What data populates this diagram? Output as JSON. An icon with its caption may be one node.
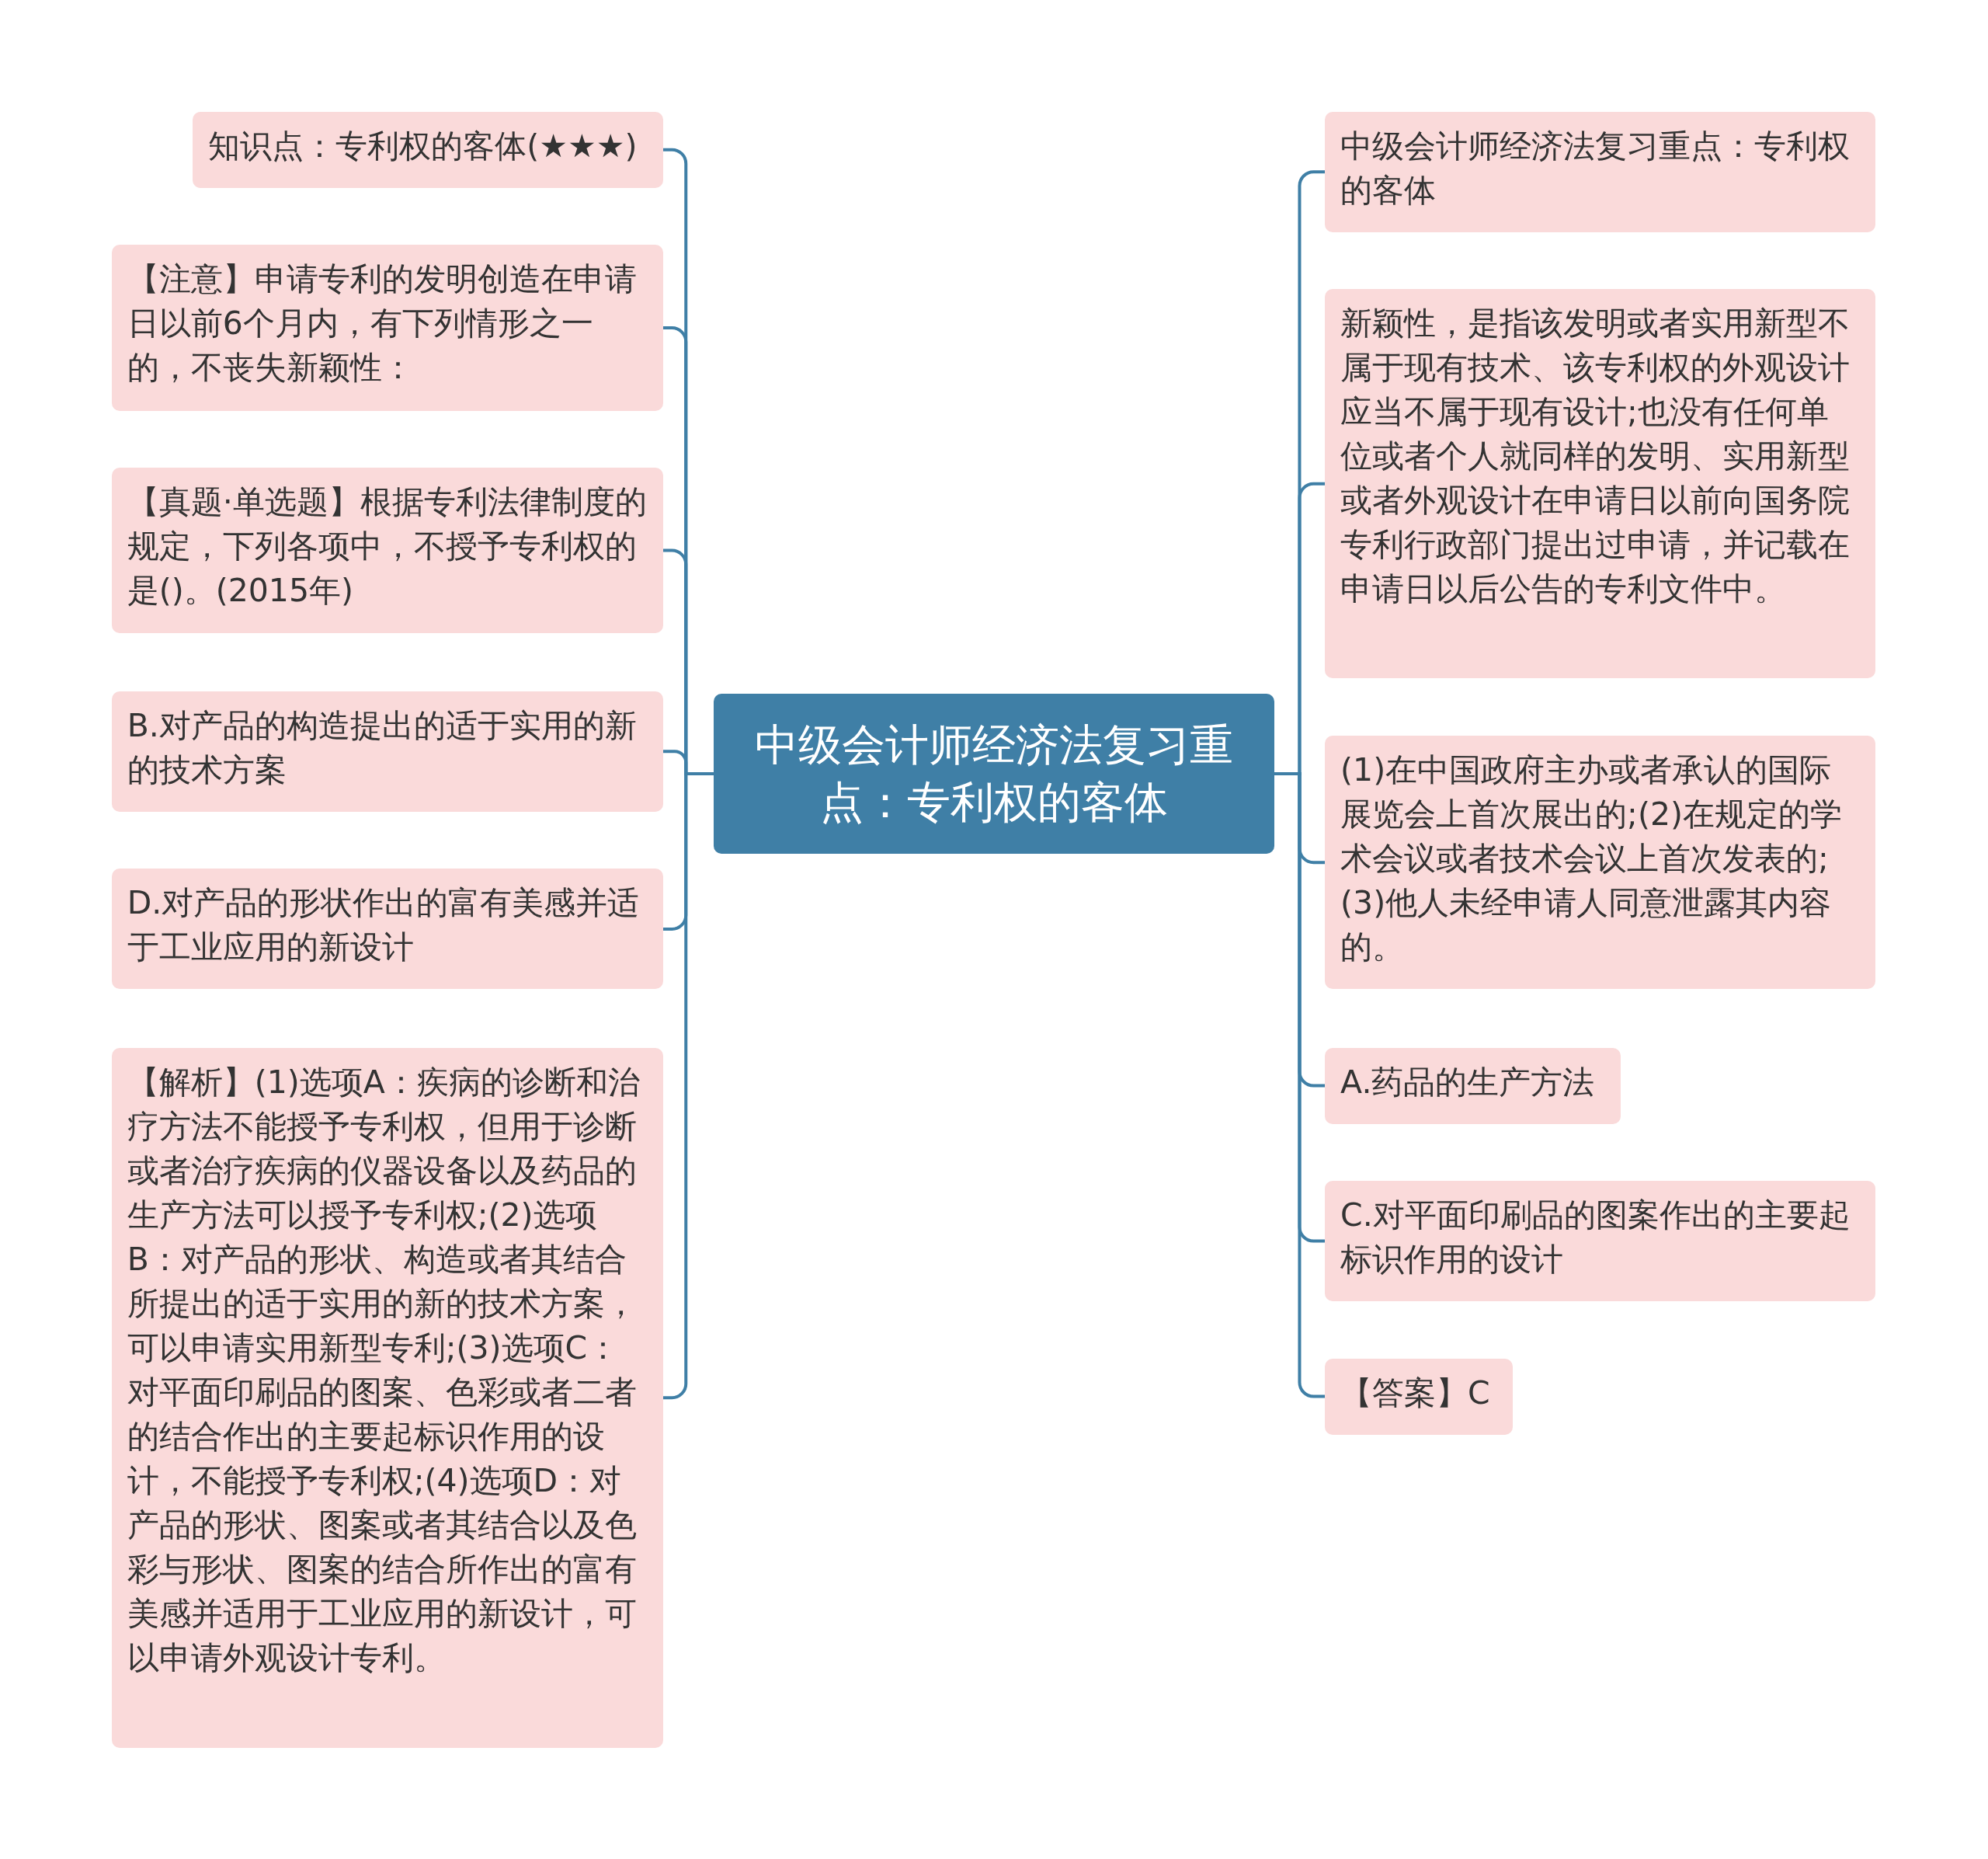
{
  "diagram": {
    "nodes": [
      {
        "text": [
          "中级会计师经济法复习重点：专利权的客体"
        ]
      },
      {
        "text": [
          "知识点：专利权的客体(★★★)"
        ]
      },
      {
        "text": [
          "【注意】申请专利的发明创造在申请日以前6个月内，有下列情形之一的，不丧失新颖性："
        ]
      },
      {
        "text": [
          "【真题·单选题】根据专利法律制度的规定，下列各项中，不授予专利权的是()。(2015年)"
        ]
      },
      {
        "text": [
          "B.对产品的构造提出的适于实用的新的技术方案"
        ]
      },
      {
        "text": [
          "D.对产品的形状作出的富有美感并适于工业应用的新设计"
        ]
      },
      {
        "text": [
          "【解析】(1)选项A：疾病的诊断和治疗方法不能授予专利权，但用于诊断或者治疗疾病的仪器设备以及药品的生产方法可以授予专利权;(2)选项B：对产品的形状、构造或者其结合所提出的适于实用的新的技术方案，可以申请实用新型专利;(3)选项C：对平面印刷品的图案、色彩或者二者的结合作出的主要起标识作用的设计，不能授予专利权;(4)选项D：对产品的形状、图案或者其结合以及色彩与形状、图案的结合所作出的富有美感并适用于工业应用的新设计，可以申请外观设计专利。"
        ]
      },
      {
        "text": [
          "中级会计师经济法复习重点：专利权的客体"
        ]
      },
      {
        "text": [
          "新颖性，是指该发明或者实用新型不属于现有技术、该专利权的外观设计应当不属于现有设计;也没有任何单位或者个人就同样的发明、实用新型或者外观设计在申请日以前向国务院专利行政部门提出过申请，并记载在申请日以后公告的专利文件中。"
        ]
      },
      {
        "text": [
          "(1)在中国政府主办或者承认的国际展览会上首次展出的;(2)在规定的学术会议或者技术会议上首次发表的;(3)他人未经申请人同意泄露其内容的。"
        ]
      },
      {
        "text": [
          "A.药品的生产方法"
        ]
      },
      {
        "text": [
          "C.对平面印刷品的图案作出的主要起标识作用的设计"
        ]
      },
      {
        "text": [
          "【答案】C"
        ]
      }
    ],
    "edges": [
      {
        "from": 0,
        "to": 1,
        "arrow": "none"
      },
      {
        "from": 0,
        "to": 2,
        "arrow": "none"
      },
      {
        "from": 0,
        "to": 3,
        "arrow": "none"
      },
      {
        "from": 0,
        "to": 4,
        "arrow": "none"
      },
      {
        "from": 0,
        "to": 5,
        "arrow": "none"
      },
      {
        "from": 0,
        "to": 6,
        "arrow": "none"
      },
      {
        "from": 0,
        "to": 7,
        "arrow": "none"
      },
      {
        "from": 0,
        "to": 8,
        "arrow": "none"
      },
      {
        "from": 0,
        "to": 9,
        "arrow": "none"
      },
      {
        "from": 0,
        "to": 10,
        "arrow": "none"
      },
      {
        "from": 0,
        "to": 11,
        "arrow": "none"
      },
      {
        "from": 0,
        "to": 12,
        "arrow": "none"
      }
    ]
  }
}
